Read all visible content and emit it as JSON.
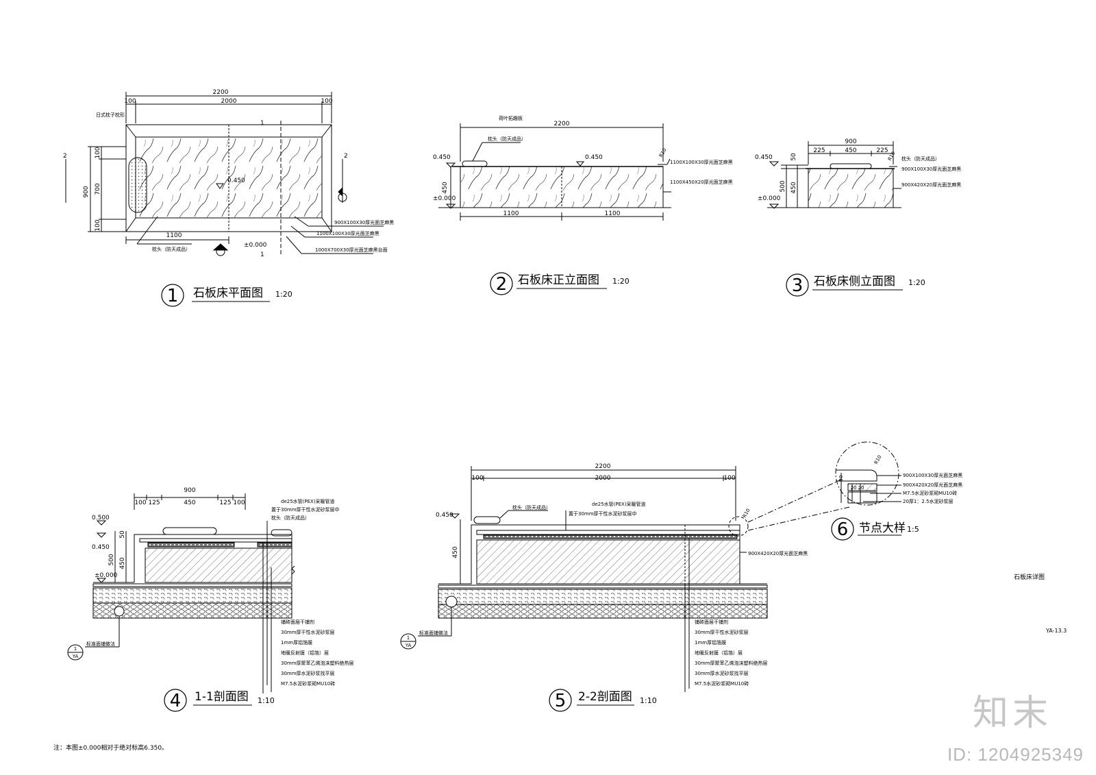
{
  "views": {
    "plan": {
      "num": "1",
      "title": "石板床平面图",
      "scale": "1:20",
      "dims": {
        "total": "2200",
        "inner": "2000",
        "edge_l": "100",
        "edge_r": "100",
        "half_l": "1100",
        "h_total": "900",
        "h_mid": "700",
        "h_top": "100",
        "h_bot": "100"
      },
      "level": "0.450",
      "level_zero": "±0.000",
      "labels": {
        "top_left": "日式枕子枕形",
        "pillow": "枕头（防天成品）",
        "top": "900X100X30厚光面芝麻黑",
        "mid": "1100X100X30厚光面芝麻黑",
        "bottom": "1000X700X30厚光面芝麻黑台面"
      },
      "cut": {
        "side": "2",
        "bottom": "1"
      }
    },
    "front": {
      "num": "2",
      "title": "石板床正立面图",
      "scale": "1:20",
      "dims": {
        "total": "2200",
        "left": "1100",
        "right": "1100",
        "height": "450"
      },
      "levels": {
        "top": "0.450",
        "mid": "0.450",
        "zero": "±0.000"
      },
      "labels": {
        "top": "荷叶拓趣板",
        "pillow": "枕头（防天成品）",
        "r": "R10",
        "slab": "1100X100X30厚光面芝麻黑",
        "body": "1100X450X20厚光面芝麻黑"
      }
    },
    "side": {
      "num": "3",
      "title": "石板床侧立面图",
      "scale": "1:20",
      "dims": {
        "total": "900",
        "a": "225",
        "b": "450",
        "c": "225",
        "h_total": "500",
        "h": "450",
        "h_top": "50"
      },
      "levels": {
        "top": "0.450",
        "zero": "±0.000"
      },
      "labels": {
        "pillow": "枕头（防天成品）",
        "r": "R10",
        "slab": "900X100X30厚光面芝麻黑",
        "body": "900X420X20厚光面芝麻黑"
      }
    },
    "sec11": {
      "num": "4",
      "title": "1-1剖面图",
      "scale": "1:10",
      "dims": {
        "total": "900",
        "a": "100",
        "b": "125",
        "c": "450",
        "d": "125",
        "e": "100",
        "h_total": "500",
        "h": "450",
        "h_top": "50"
      },
      "levels": {
        "top": "0.500",
        "mid": "0.450",
        "zero": "±0.000"
      },
      "labels": {
        "pipe": "de25水管(PEX)采暖管道",
        "pipe2": "置于30mm厚干性水泥砂浆层中",
        "pillow": "枕头（防天成品）",
        "ref": "标准面铺做法",
        "callout_num": "1",
        "callout_sub": "YA"
      },
      "layers": [
        "铺砖面层干铺剂",
        "30mm厚干性水泥砂浆层",
        "1mm厚铝箔膜",
        "地暖反射膜（铝箔）层",
        "30mm厚聚苯乙烯泡沫塑料绝热层",
        "30mm厚水泥砂浆找平层",
        "M7.5水泥砂浆砌MU10砖"
      ]
    },
    "sec22": {
      "num": "5",
      "title": "2-2剖面图",
      "scale": "1:10",
      "dims": {
        "total": "2200",
        "inner": "2000",
        "edge_l": "100",
        "edge_r": "100",
        "h": "450"
      },
      "levels": {
        "top": "0.450"
      },
      "labels": {
        "pillow": "枕头（防天成品）",
        "pipe": "de25水管(PEX)采暖管道",
        "pipe2": "置于30mm厚干性水泥砂浆层中",
        "r": "R10",
        "body": "900X420X20厚光面芝麻黑",
        "ref": "标准面铺做法",
        "callout_num": "1",
        "callout_sub": "YA"
      },
      "layers": [
        "铺砖面层干铺剂",
        "30mm厚干性水泥砂浆层",
        "1mm厚铝箔膜",
        "地暖反射膜（铝箔）层",
        "30mm厚聚苯乙烯泡沫塑料绝热层",
        "30mm厚水泥砂浆找平层",
        "M7.5水泥砂浆砌MU10砖"
      ]
    },
    "node": {
      "num": "6",
      "title": "节点大样",
      "scale": "1:5",
      "labels": {
        "r": "R10",
        "d30": "30",
        "d20a": "20",
        "d20b": "20",
        "l1": "900X100X30厚光面芝麻黑",
        "l2": "900X420X20厚光面芝麻黑",
        "l3": "M7.5水泥砂浆砌MU10砖",
        "l4": "20厚1：2.5水泥砂浆层"
      }
    }
  },
  "sheet": {
    "name": "石板床详图",
    "number": "YA-13.3"
  },
  "note": "注：本图±0.000相对于绝对标高6.350。",
  "watermark": {
    "brand": "知末",
    "id": "ID: 1204925349"
  }
}
